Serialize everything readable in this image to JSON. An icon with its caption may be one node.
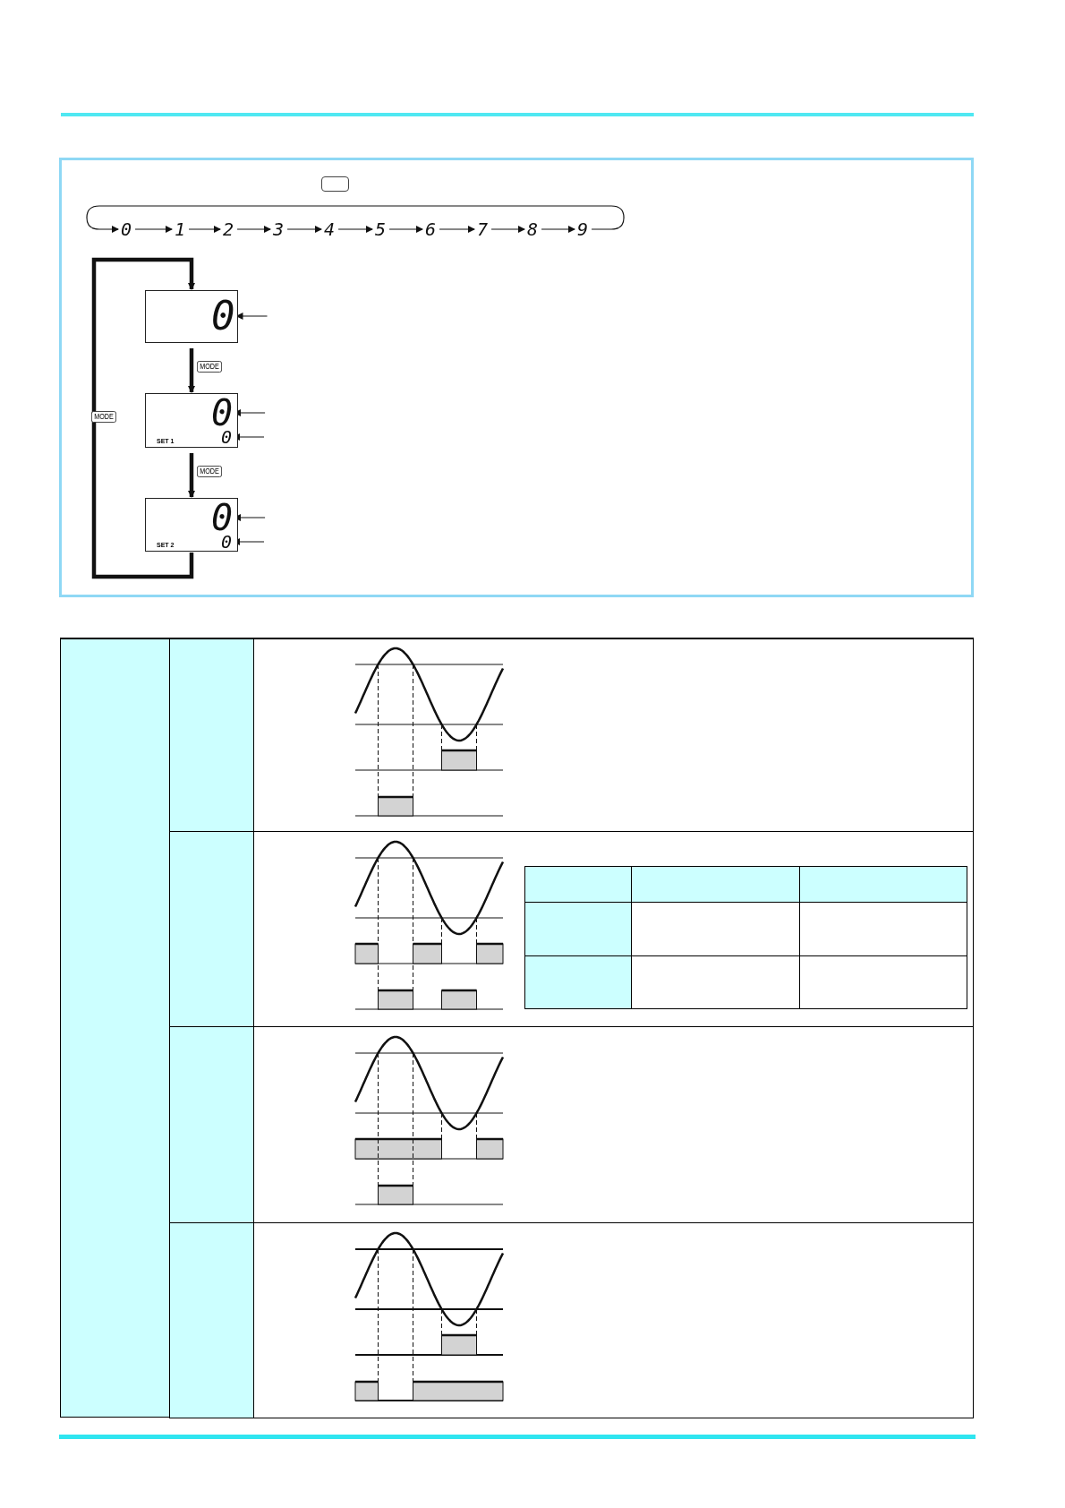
{
  "diagram": {
    "nodes": [
      {
        "text": [
          "0"
        ]
      },
      {
        "text": [
          "1"
        ]
      },
      {
        "text": [
          "2"
        ]
      },
      {
        "text": [
          "3"
        ]
      },
      {
        "text": [
          "4"
        ]
      },
      {
        "text": [
          "5"
        ]
      },
      {
        "text": [
          "6"
        ]
      },
      {
        "text": [
          "7"
        ]
      },
      {
        "text": [
          "8"
        ]
      },
      {
        "text": [
          "9"
        ]
      },
      {
        "text": [],
        "shape": "box"
      },
      {
        "text": [
          "0"
        ],
        "in": 10
      },
      {
        "text": [
          "SET 1"
        ]
      },
      {
        "text": [
          "0"
        ],
        "in": 12
      },
      {
        "text": [
          "0"
        ],
        "in": 12
      },
      {
        "text": [
          "SET 2"
        ]
      },
      {
        "text": [
          "0"
        ],
        "in": 15
      },
      {
        "text": [
          "0"
        ],
        "in": 15
      }
    ],
    "edges": [
      {
        "from": 0,
        "to": 1,
        "arrow": "to"
      },
      {
        "from": 1,
        "to": 2,
        "arrow": "to"
      },
      {
        "from": 2,
        "to": 3,
        "arrow": "to"
      },
      {
        "from": 3,
        "to": 4,
        "arrow": "to"
      },
      {
        "from": 4,
        "to": 5,
        "arrow": "to"
      },
      {
        "from": 5,
        "to": 6,
        "arrow": "to"
      },
      {
        "from": 6,
        "to": 7,
        "arrow": "to"
      },
      {
        "from": 7,
        "to": 8,
        "arrow": "to"
      },
      {
        "from": 8,
        "to": 9,
        "arrow": "to"
      },
      {
        "from": 9,
        "to": 0,
        "arrow": "to"
      },
      {
        "from": 10,
        "to": 12,
        "label": "MODE",
        "arrow": "to",
        "style": "thick"
      },
      {
        "from": 12,
        "to": 15,
        "label": "MODE",
        "arrow": "to",
        "style": "thick"
      },
      {
        "from": 15,
        "to": 10,
        "label": "MODE",
        "arrow": "to",
        "style": "thick"
      },
      {
        "from": null,
        "to": 11,
        "arrow": "to"
      },
      {
        "from": null,
        "to": 13,
        "arrow": "to"
      },
      {
        "from": null,
        "to": 14,
        "arrow": "to"
      },
      {
        "from": null,
        "to": 16,
        "arrow": "to"
      },
      {
        "from": null,
        "to": 17,
        "arrow": "to"
      }
    ]
  }
}
